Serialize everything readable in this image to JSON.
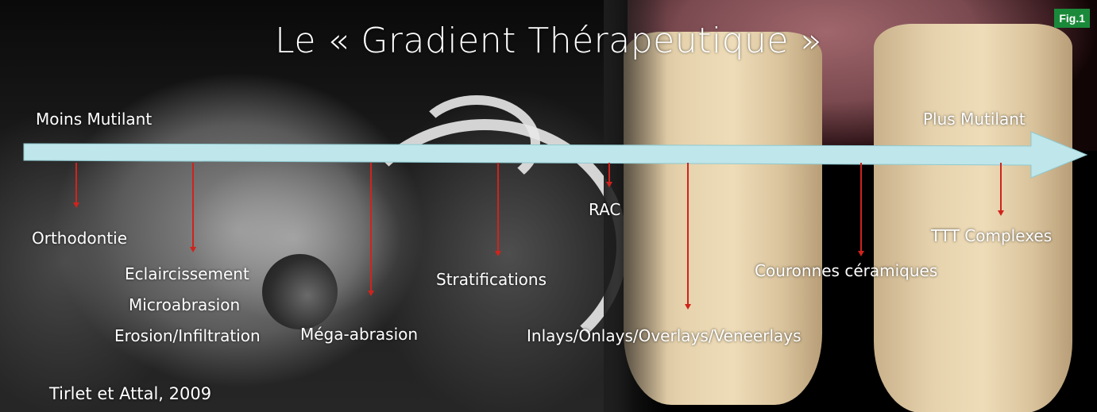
{
  "title": "Le « Gradient Thérapeutique »",
  "fig_badge": "Fig.1",
  "axis": {
    "start_label": "Moins Mutilant",
    "end_label": "Plus Mutilant"
  },
  "treatments": [
    "Orthodontie",
    "Eclaircissement",
    "Microabrasion",
    "Erosion/Infiltration",
    "Méga-abrasion",
    "Stratifications",
    "RAC",
    "Inlays/Onlays/Overlays/Veneerlays",
    "Couronnes céramiques",
    "TTT Complexes"
  ],
  "credit": "Tirlet et Attal, 2009",
  "colors": {
    "arrow_fill": "#bfe6ea",
    "marker_red": "#d0231c",
    "badge_green": "#1a8a3a"
  }
}
